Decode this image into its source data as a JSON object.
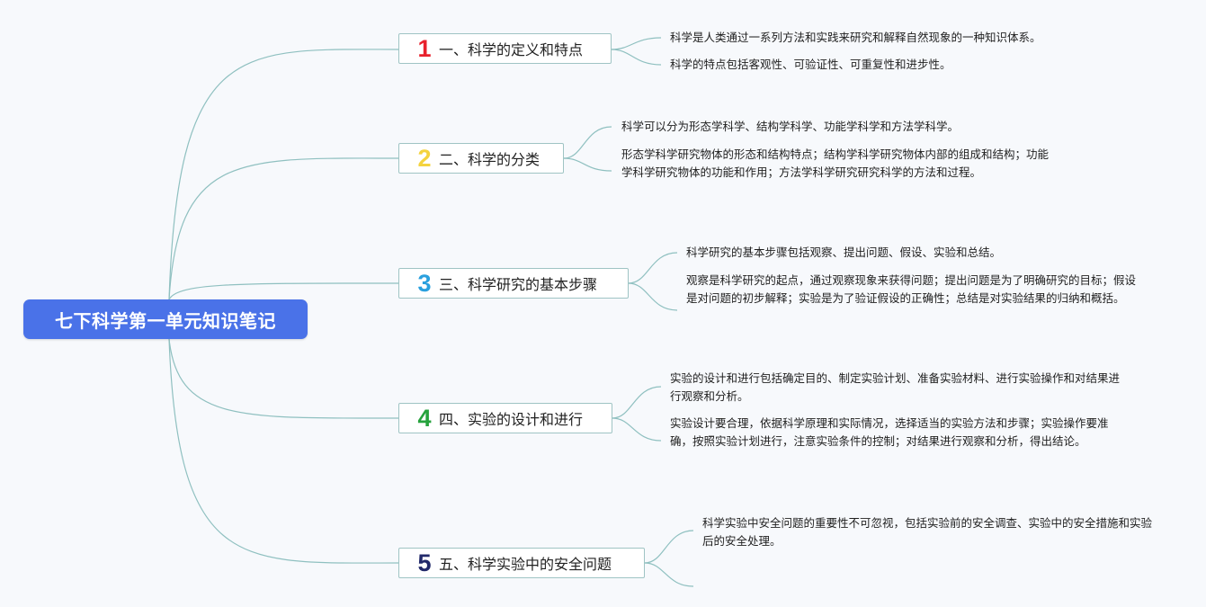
{
  "root": {
    "title": "七下科学第一单元知识笔记"
  },
  "colors": {
    "root_bg": "#4a72e8",
    "link": "#8fc0c0",
    "num1": "#e8212c",
    "num2": "#f4d33f",
    "num3": "#2aa0de",
    "num4": "#26a23d",
    "num5": "#22296a"
  },
  "topics": [
    {
      "num": "1",
      "label": "一、科学的定义和特点",
      "subs": [
        "科学是人类通过一系列方法和实践来研究和解释自然现象的一种知识体系。",
        "科学的特点包括客观性、可验证性、可重复性和进步性。"
      ]
    },
    {
      "num": "2",
      "label": "二、科学的分类",
      "subs": [
        "科学可以分为形态学科学、结构学科学、功能学科学和方法学科学。",
        "形态学科学研究物体的形态和结构特点；结构学科学研究物体内部的组成和结构；功能学科学研究物体的功能和作用；方法学科学研究研究科学的方法和过程。"
      ]
    },
    {
      "num": "3",
      "label": "三、科学研究的基本步骤",
      "subs": [
        "科学研究的基本步骤包括观察、提出问题、假设、实验和总结。",
        "观察是科学研究的起点，通过观察现象来获得问题；提出问题是为了明确研究的目标；假设是对问题的初步解释；实验是为了验证假设的正确性；总结是对实验结果的归纳和概括。"
      ]
    },
    {
      "num": "4",
      "label": "四、实验的设计和进行",
      "subs": [
        "实验的设计和进行包括确定目的、制定实验计划、准备实验材料、进行实验操作和对结果进行观察和分析。",
        "实验设计要合理，依据科学原理和实际情况，选择适当的实验方法和步骤；实验操作要准确，按照实验计划进行，注意实验条件的控制；对结果进行观察和分析，得出结论。"
      ]
    },
    {
      "num": "5",
      "label": "五、科学实验中的安全问题",
      "subs": [
        "科学实验中安全问题的重要性不可忽视，包括实验前的安全调查、实验中的安全措施和实验后的安全处理。"
      ]
    }
  ]
}
